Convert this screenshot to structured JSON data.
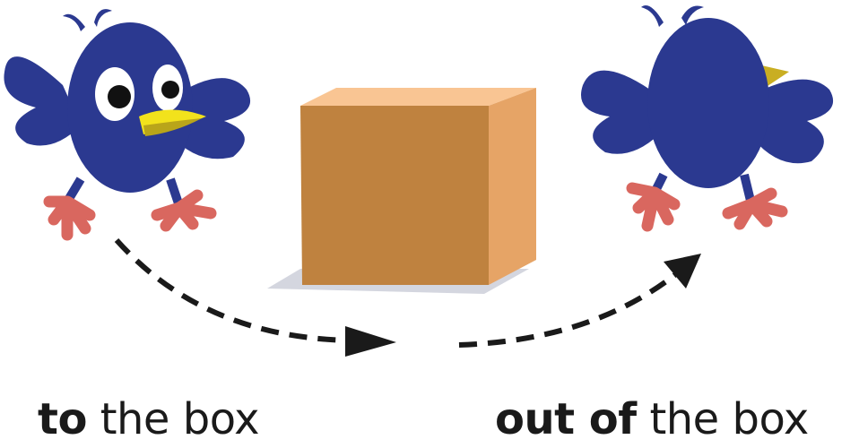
{
  "captions": {
    "left": {
      "bold": "to",
      "regular": "the box"
    },
    "right": {
      "bold": "out of",
      "regular": "the box"
    }
  },
  "colors": {
    "bird": "#2b3990",
    "beak": "#f2e21c",
    "feet": "#d9675f",
    "box_front": "#bf823f",
    "box_side": "#e6a466",
    "box_top": "#f9c593",
    "shadow": "#d4d6df",
    "arrow": "#1a1a1a"
  }
}
